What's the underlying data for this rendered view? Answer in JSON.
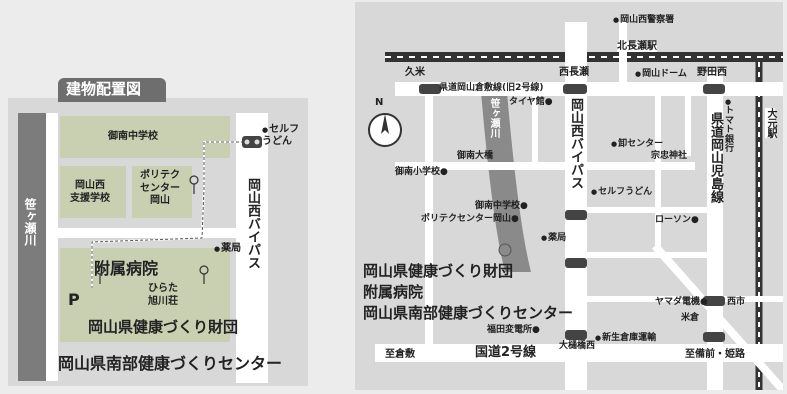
{
  "left": {
    "title": "建物配置図",
    "buildings": {
      "gonan_middle": "御南中学校",
      "okayama_nishi": "岡山西\n支援学校",
      "polytech": "ポリテク\nセンター\n岡山",
      "fuzoku": "附属病院",
      "hirata": "ひらた\n旭川荘",
      "kenko_zaidan": "岡山県健康づくり財団",
      "nanbu_center": "岡山県南部健康づくりセンター"
    },
    "labels": {
      "sasagase": "笹ヶ瀬川",
      "bypass": "岡山西バイパス",
      "self_udon": "セルフ\nうどん",
      "yakkyoku": "薬局",
      "parking": "P"
    }
  },
  "right": {
    "stations": {
      "kitanagase": "北長瀬駅",
      "daigan": "大元駅"
    },
    "roads": {
      "bypass": "岡山西バイパス",
      "kendo_kurashiki": "県道岡山倉敷線(旧2号線)",
      "kendo_kojima": "県道岡山児島線",
      "kokudo2": "国道2号線",
      "sasagase": "笹ヶ瀬川"
    },
    "places": {
      "kugo": "久米",
      "nishinagase": "西長瀬",
      "nodanishi": "野田西",
      "shoppers": "岡山西警察署",
      "okayama_dome": "岡山ドーム",
      "tiremart": "タイヤ館",
      "gonan_ohashi": "御南大橋",
      "gonan_elem": "御南小学校",
      "gonan_middle": "御南中学校",
      "polytech": "ポリテクセンター岡山",
      "yakkyoku": "薬局",
      "self_udon": "セルフうどん",
      "oroshi_center": "卸センター",
      "sochu_shrine": "宗忠神社",
      "tomato_bank": "トマト銀行",
      "lawson": "ローソン",
      "yamada": "ヤマダ電機",
      "beikura": "米倉",
      "nishiichi": "西市",
      "fukuda_substation": "福田変電所",
      "shinsei_soko": "新生倉庫運輸",
      "otoyoko": "大樋橋西",
      "to_kurashiki": "至倉敷",
      "to_bizen": "至備前・姫路",
      "north": "N"
    },
    "callout": {
      "line1": "岡山県健康づくり財団",
      "line2": "附属病院",
      "line3": "岡山県南部健康づくりセンター"
    }
  },
  "colors": {
    "building": "#c9cfb1",
    "road": "#ffffff",
    "river": "#7c7c7c",
    "panel_bg": "#d8d8d8",
    "badge": "#707070"
  }
}
